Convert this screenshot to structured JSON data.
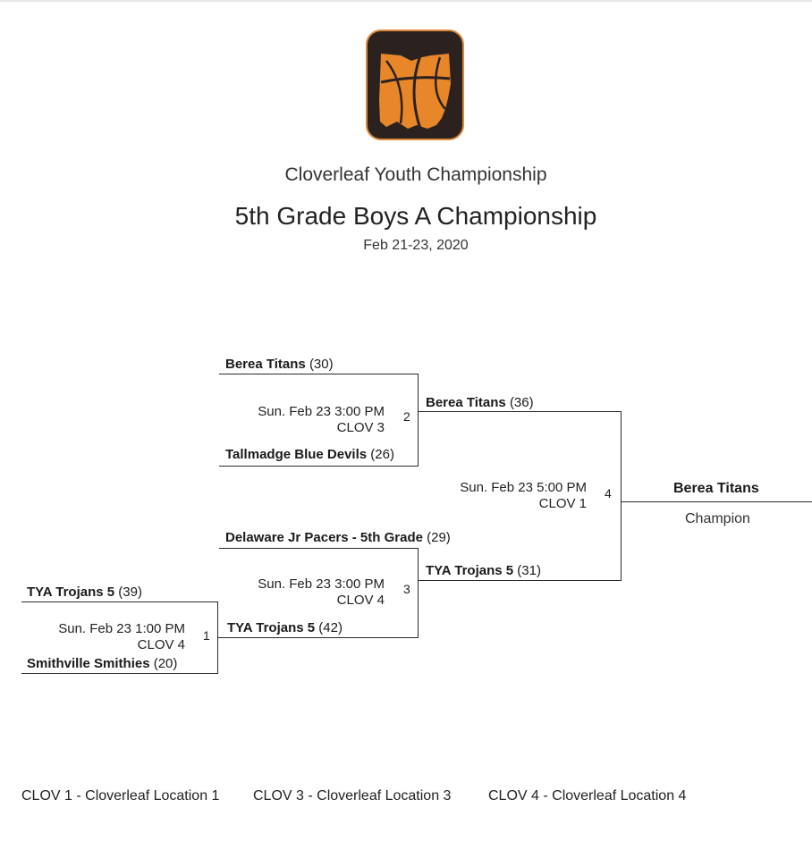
{
  "header": {
    "subtitle": "Cloverleaf Youth Championship",
    "title": "5th Grade Boys A Championship",
    "dates": "Feb 21-23, 2020"
  },
  "games": [
    {
      "number": "1",
      "time": "Sun. Feb 23 1:00 PM",
      "location": "CLOV 4",
      "top": {
        "name": "TYA Trojans 5",
        "score": "(39)"
      },
      "bottom": {
        "name": "Smithville Smithies",
        "score": "(20)"
      }
    },
    {
      "number": "2",
      "time": "Sun. Feb 23 3:00 PM",
      "location": "CLOV 3",
      "top": {
        "name": "Berea Titans",
        "score": "(30)"
      },
      "bottom": {
        "name": "Tallmadge Blue Devils",
        "score": "(26)"
      }
    },
    {
      "number": "3",
      "time": "Sun. Feb 23 3:00 PM",
      "location": "CLOV 4",
      "top": {
        "name": "Delaware Jr Pacers - 5th Grade",
        "score": "(29)"
      },
      "bottom": {
        "name": "TYA Trojans 5",
        "score": "(42)"
      }
    },
    {
      "number": "4",
      "time": "Sun. Feb 23 5:00 PM",
      "location": "CLOV 1",
      "top": {
        "name": "Berea Titans",
        "score": "(36)"
      },
      "bottom": {
        "name": "TYA Trojans 5",
        "score": "(31)"
      }
    }
  ],
  "champion": {
    "name": "Berea Titans",
    "label": "Champion"
  },
  "legend": [
    "CLOV 1 - Cloverleaf Location 1",
    "CLOV 3 - Cloverleaf Location 3",
    "CLOV 4 - Cloverleaf Location 4"
  ],
  "colors": {
    "logo_orange": "#e8862a",
    "logo_dark": "#2b2220"
  }
}
